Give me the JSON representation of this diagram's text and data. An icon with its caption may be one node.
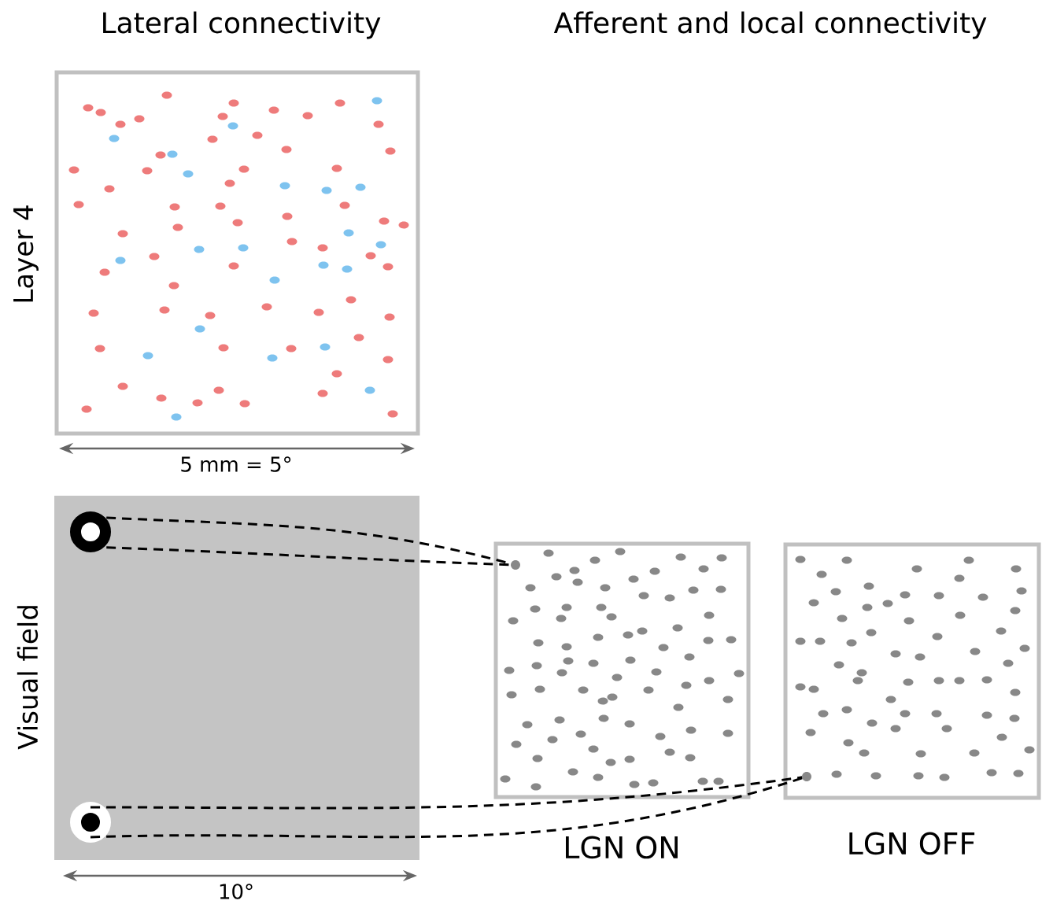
{
  "diagram": {
    "nodes": [
      {
        "text": [
          "Layer 4"
        ]
      },
      {
        "text": [
          "Visual field"
        ]
      },
      {
        "text": [],
        "shape": "circle",
        "in": 1
      },
      {
        "text": [],
        "shape": "circle",
        "in": 1
      },
      {
        "text": [
          "LGN ON"
        ]
      },
      {
        "text": [],
        "shape": "circle",
        "in": 4
      },
      {
        "text": [
          "LGN OFF"
        ]
      },
      {
        "text": [],
        "shape": "circle",
        "in": 6
      }
    ],
    "edges": [
      {
        "from": 2,
        "to": 5,
        "arrow": "none",
        "style": "dashed"
      },
      {
        "from": 2,
        "to": 5,
        "arrow": "none",
        "style": "dashed"
      },
      {
        "from": 3,
        "to": 7,
        "arrow": "none",
        "style": "dashed"
      },
      {
        "from": 3,
        "to": 7,
        "arrow": "none",
        "style": "dashed"
      }
    ],
    "labels": [
      "Lateral connectivity",
      "Afferent and local connectivity",
      "5 mm = 5°",
      "10°"
    ]
  }
}
